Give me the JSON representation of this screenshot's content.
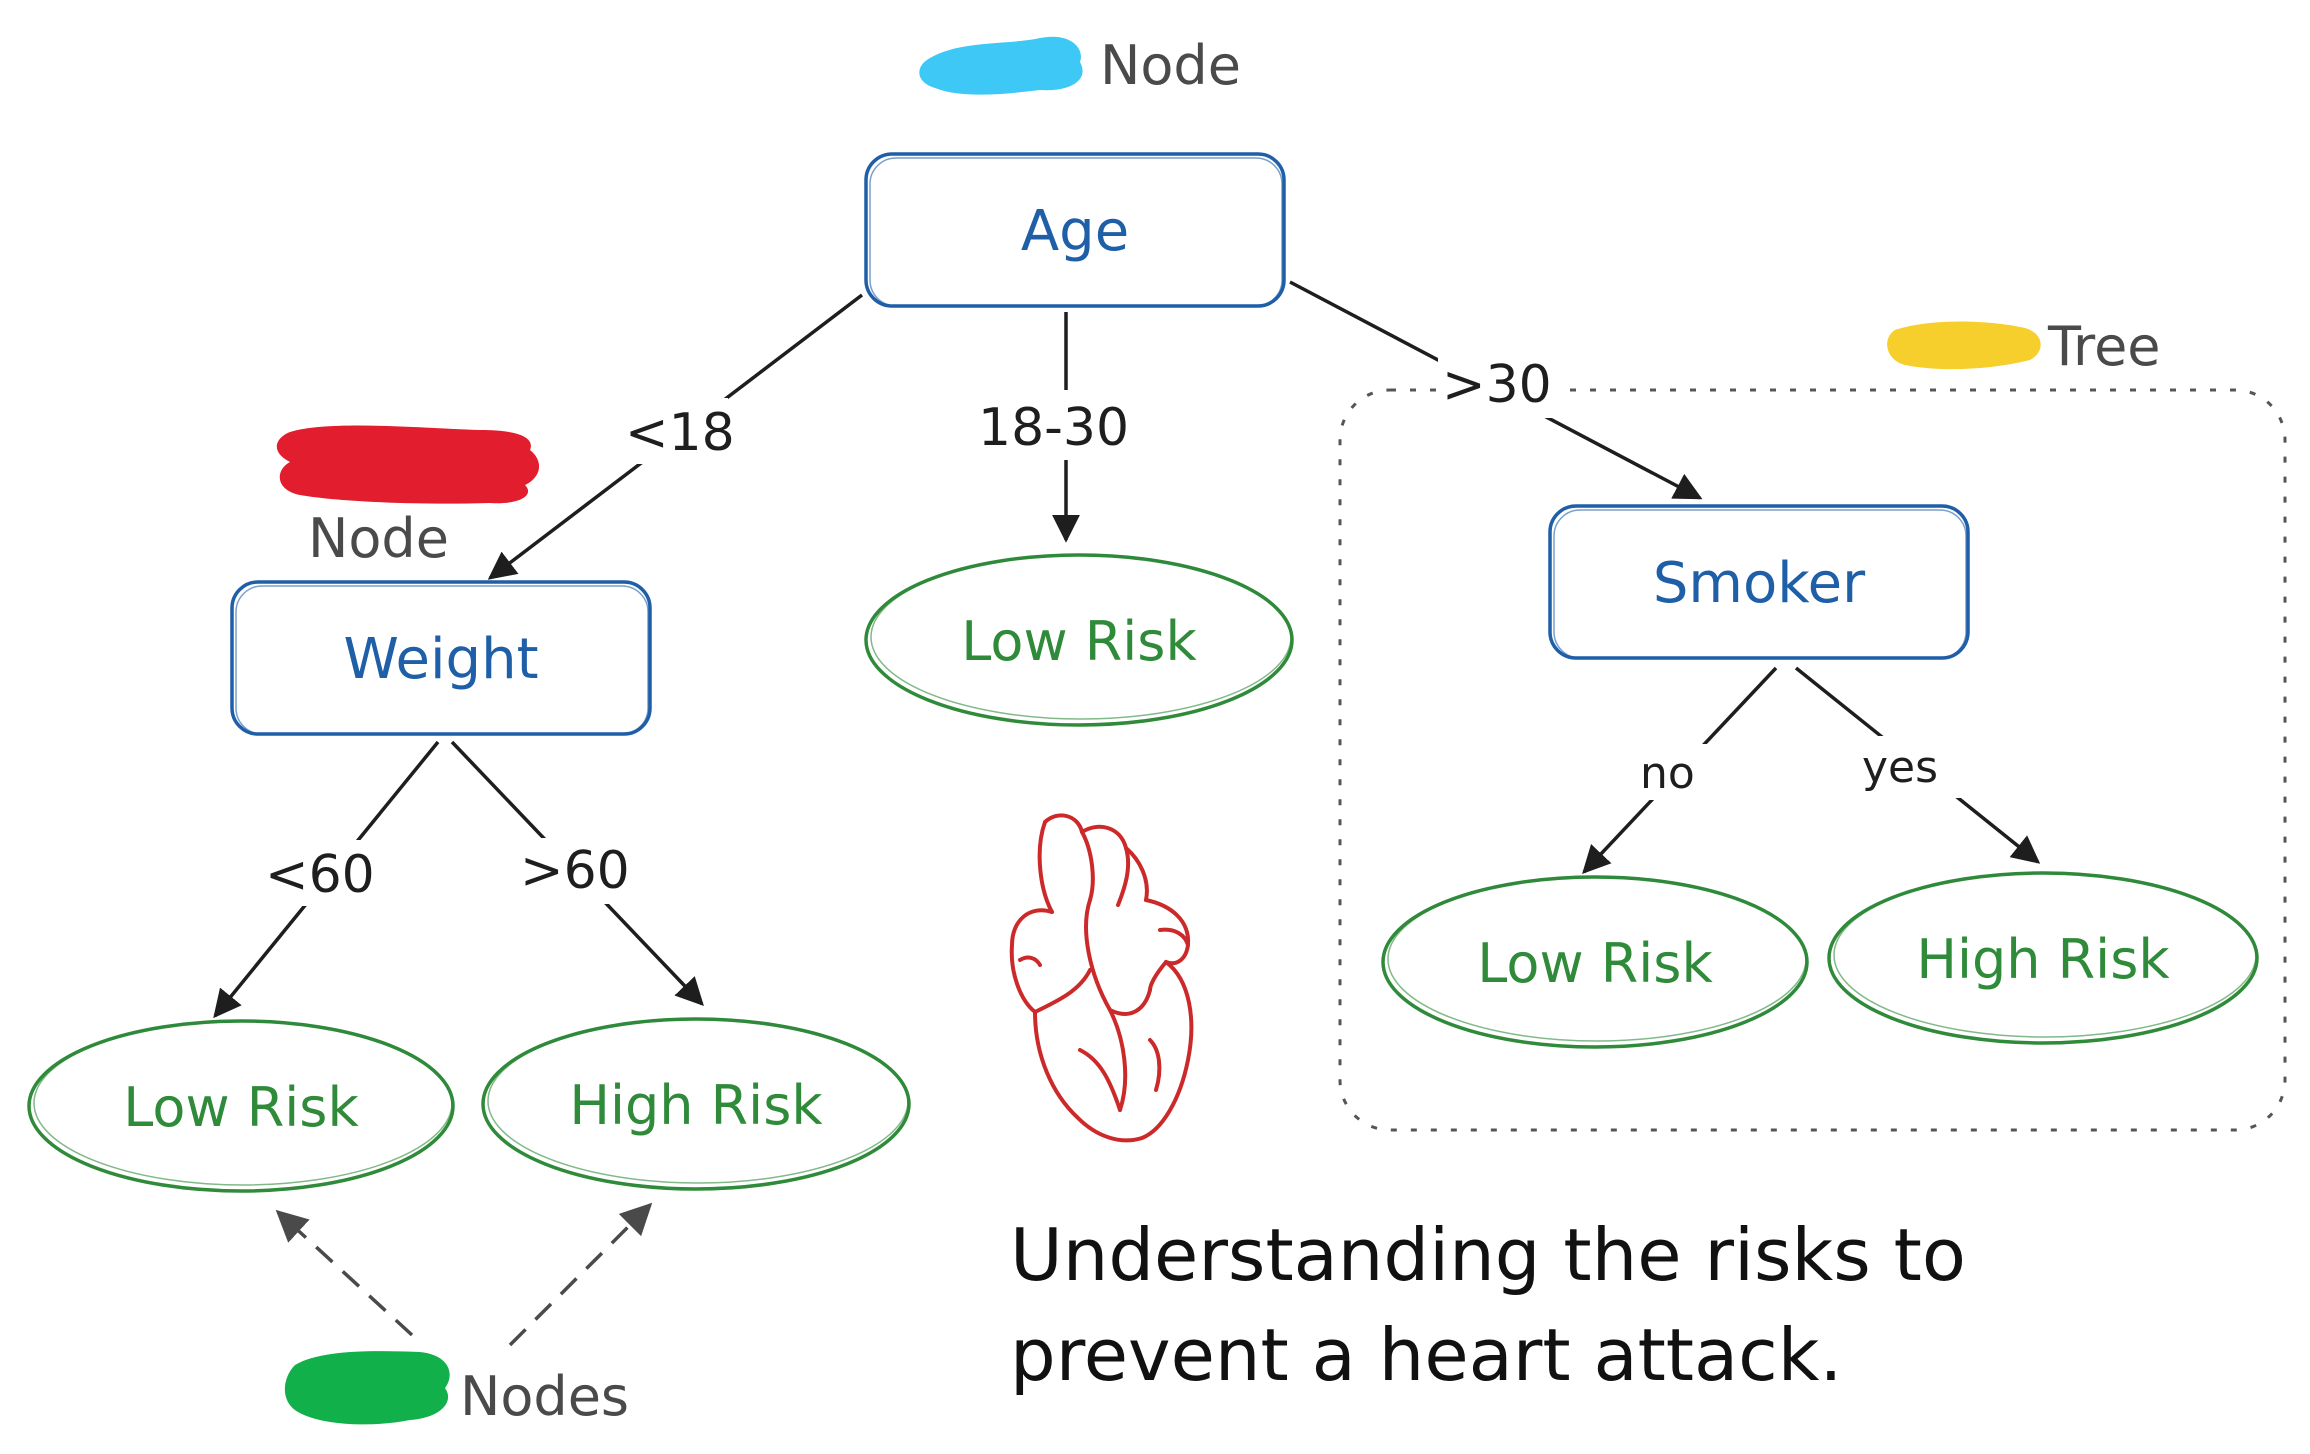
{
  "colors": {
    "node_stroke": "#1f5fa8",
    "leaf_stroke": "#2f8a3a",
    "edge": "#1e1e1e",
    "heart": "#cc2a2a",
    "highlight_blue": "#3ec8f5",
    "highlight_red": "#e21d2d",
    "highlight_yellow": "#f7cf2c",
    "highlight_green": "#12b04a",
    "annotation_text": "#4a4a4a"
  },
  "annotations": {
    "root_note": "Node",
    "left_note": "Node",
    "tree_note": "Tree",
    "leaves_note": "Nodes"
  },
  "nodes": {
    "age": "Age",
    "weight": "Weight",
    "smoker": "Smoker"
  },
  "edges": {
    "age_lt18": "<18",
    "age_18_30": "18-30",
    "age_gt30": ">30",
    "weight_lt60": "<60",
    "weight_gt60": ">60",
    "smoker_no": "no",
    "smoker_yes": "yes"
  },
  "leaves": {
    "age_mid": "Low Risk",
    "weight_low": "Low Risk",
    "weight_high": "High Risk",
    "smoker_no": "Low Risk",
    "smoker_yes": "High Risk"
  },
  "caption": {
    "line1": "Understanding the risks to",
    "line2": "prevent a heart attack."
  },
  "icons": {
    "heart": "anatomical-heart-icon"
  }
}
